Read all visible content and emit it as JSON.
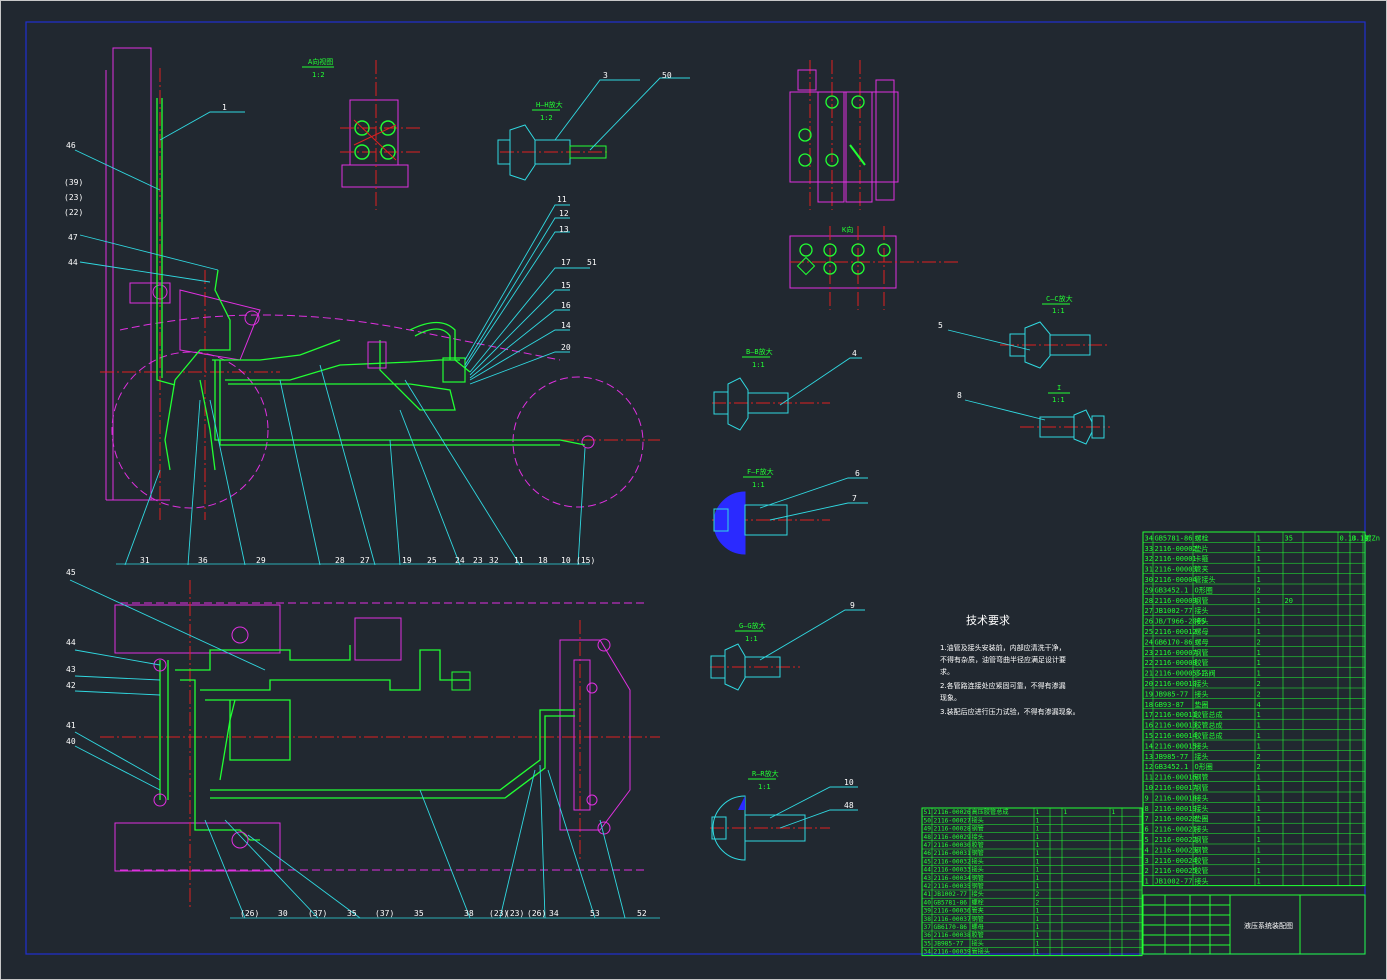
{
  "colors": {
    "background": "#212830",
    "frame": "#1f2fd0",
    "pipe": "#22ff33",
    "body": "#e030e0",
    "centerline": "#e02020",
    "leader": "#30d8e0",
    "text": "#ffffff",
    "table": "#22ff33",
    "fill": "#2a2aff"
  },
  "tech_requirements": {
    "title": "技术要求",
    "items": [
      "1.油管及接头安装前，内部应清洗干净，",
      "  不得有杂质，油管弯曲半径应满足设计要",
      "  求。",
      "2.各管路连接处应紧固可靠，不得有渗漏",
      "  现象。",
      "3.装配后应进行压力试验，不得有渗漏现象。"
    ]
  },
  "section_views": [
    {
      "id": "A",
      "title": "A向视图",
      "scale": "1:2"
    },
    {
      "id": "H",
      "title": "H—H放大",
      "scale": "1:2"
    },
    {
      "id": "K",
      "title": "K向",
      "scale": ""
    },
    {
      "id": "B",
      "title": "B—B放大",
      "scale": "1:1"
    },
    {
      "id": "C",
      "title": "C—C放大",
      "scale": "1:1"
    },
    {
      "id": "F",
      "title": "F—F放大",
      "scale": "1:1"
    },
    {
      "id": "G",
      "title": "G—G放大",
      "scale": "1:1"
    },
    {
      "id": "I",
      "title": "I",
      "scale": "1:1"
    },
    {
      "id": "R",
      "title": "R—R放大",
      "scale": "1:1"
    }
  ],
  "side_labels": [
    "(39)",
    "(23)",
    "(22)"
  ],
  "callouts_top": [
    "1",
    "3",
    "50",
    "46",
    "47",
    "44",
    "11",
    "12",
    "13",
    "17",
    "51",
    "15",
    "16",
    "14",
    "20"
  ],
  "callouts_bottom_row1": [
    "31",
    "36",
    "29",
    "28",
    "27",
    "19",
    "25",
    "24",
    "23",
    "32",
    "11",
    "18",
    "10",
    "(15)"
  ],
  "callouts_left2": [
    "45",
    "44",
    "43",
    "42",
    "41",
    "40"
  ],
  "callouts_bottom_row2": [
    "(26)",
    "30",
    "(37)",
    "35",
    "(37)",
    "35",
    "38",
    "(23)",
    "(23)",
    "(26)",
    "34",
    "53",
    "52"
  ],
  "callouts_right": [
    "4",
    "5",
    "8",
    "6",
    "7",
    "9",
    "10",
    "48"
  ],
  "title_block": {
    "title": "液压系统装配图"
  },
  "parts_table_right": [
    [
      "34",
      "GB5781-86",
      "螺栓",
      "1",
      "35",
      "",
      "0.13",
      "0.13",
      "镀Zn"
    ],
    [
      "33",
      "2116-00002",
      "垫片",
      "1",
      "",
      "",
      "",
      "",
      ""
    ],
    [
      "32",
      "2116-00001",
      "卡箍",
      "1",
      "",
      "",
      "",
      "",
      ""
    ],
    [
      "31",
      "2116-00003",
      "管夹",
      "1",
      "",
      "",
      "",
      "",
      ""
    ],
    [
      "30",
      "2116-00004",
      "管接头",
      "1",
      "",
      "",
      "",
      "",
      ""
    ],
    [
      "29",
      "GB3452.1",
      "O形圈",
      "2",
      "",
      "",
      "",
      "",
      ""
    ],
    [
      "28",
      "2116-00009",
      "钢管",
      "1",
      "20",
      "",
      "",
      "",
      ""
    ],
    [
      "27",
      "JB1002-77",
      "接头",
      "1",
      "",
      "",
      "",
      "",
      ""
    ],
    [
      "26",
      "JB/T966-2005",
      "接头",
      "1",
      "",
      "",
      "",
      "",
      ""
    ],
    [
      "25",
      "2116-00012",
      "螺母",
      "1",
      "",
      "",
      "",
      "",
      ""
    ],
    [
      "24",
      "GB6170-86",
      "螺母",
      "2",
      "",
      "",
      "",
      "",
      ""
    ],
    [
      "23",
      "2116-00007",
      "钢管",
      "1",
      "",
      "",
      "",
      "",
      ""
    ],
    [
      "22",
      "2116-00008",
      "胶管",
      "1",
      "",
      "",
      "",
      "",
      ""
    ],
    [
      "21",
      "2116-00005",
      "多路阀",
      "1",
      "",
      "",
      "",
      "",
      ""
    ],
    [
      "20",
      "2116-00010",
      "接头",
      "2",
      "",
      "",
      "",
      "",
      ""
    ],
    [
      "19",
      "JB985-77",
      "接头",
      "2",
      "",
      "",
      "",
      "",
      ""
    ],
    [
      "18",
      "GB93-87",
      "垫圈",
      "4",
      "",
      "",
      "",
      "",
      ""
    ],
    [
      "17",
      "2116-00011",
      "胶管总成",
      "1",
      "",
      "",
      "",
      "",
      ""
    ],
    [
      "16",
      "2116-00013",
      "胶管总成",
      "1",
      "",
      "",
      "",
      "",
      ""
    ],
    [
      "15",
      "2116-00014",
      "胶管总成",
      "1",
      "",
      "",
      "",
      "",
      ""
    ],
    [
      "14",
      "2116-00015",
      "接头",
      "1",
      "",
      "",
      "",
      "",
      ""
    ],
    [
      "13",
      "JB985-77",
      "接头",
      "2",
      "",
      "",
      "",
      "",
      ""
    ],
    [
      "12",
      "GB3452.1",
      "O形圈",
      "2",
      "",
      "",
      "",
      "",
      ""
    ],
    [
      "11",
      "2116-00016",
      "钢管",
      "1",
      "",
      "",
      "",
      "",
      ""
    ],
    [
      "10",
      "2116-00017",
      "钢管",
      "1",
      "",
      "",
      "",
      "",
      ""
    ],
    [
      "9",
      "2116-00018",
      "接头",
      "1",
      "",
      "",
      "",
      "",
      ""
    ],
    [
      "8",
      "2116-00019",
      "接头",
      "1",
      "",
      "",
      "",
      "",
      ""
    ],
    [
      "7",
      "2116-00020",
      "垫圈",
      "1",
      "",
      "",
      "",
      "",
      ""
    ],
    [
      "6",
      "2116-00021",
      "接头",
      "1",
      "",
      "",
      "",
      "",
      ""
    ],
    [
      "5",
      "2116-00022",
      "钢管",
      "1",
      "",
      "",
      "",
      "",
      ""
    ],
    [
      "4",
      "2116-00023",
      "钢管",
      "1",
      "",
      "",
      "",
      "",
      ""
    ],
    [
      "3",
      "2116-00024",
      "胶管",
      "1",
      "",
      "",
      "",
      "",
      ""
    ],
    [
      "2",
      "2116-00025",
      "胶管",
      "1",
      "",
      "",
      "",
      "",
      ""
    ],
    [
      "1",
      "JB1002-77",
      "接头",
      "1",
      "",
      "",
      "",
      "",
      ""
    ]
  ],
  "parts_table_left": [
    [
      "51",
      "2116-00026",
      "高压胶管总成",
      "1",
      "",
      "1",
      "1",
      ""
    ],
    [
      "50",
      "2116-00027",
      "接头",
      "1",
      "",
      "",
      "",
      ""
    ],
    [
      "49",
      "2116-00028",
      "钢管",
      "1",
      "",
      "",
      "",
      ""
    ],
    [
      "48",
      "2116-00029",
      "接头",
      "1",
      "",
      "",
      "",
      ""
    ],
    [
      "47",
      "2116-00030",
      "胶管",
      "1",
      "",
      "",
      "",
      ""
    ],
    [
      "46",
      "2116-00031",
      "钢管",
      "1",
      "",
      "",
      "",
      ""
    ],
    [
      "45",
      "2116-00032",
      "接头",
      "1",
      "",
      "",
      "",
      ""
    ],
    [
      "44",
      "2116-00033",
      "接头",
      "1",
      "",
      "",
      "",
      ""
    ],
    [
      "43",
      "2116-00034",
      "钢管",
      "1",
      "",
      "",
      "",
      ""
    ],
    [
      "42",
      "2116-00035",
      "钢管",
      "1",
      "",
      "",
      "",
      ""
    ],
    [
      "41",
      "JB1002-77",
      "接头",
      "2",
      "",
      "",
      "",
      ""
    ],
    [
      "40",
      "GB5781-86",
      "螺栓",
      "2",
      "",
      "",
      "",
      ""
    ],
    [
      "39",
      "2116-00036",
      "管夹",
      "1",
      "",
      "",
      "",
      ""
    ],
    [
      "38",
      "2116-00037",
      "钢管",
      "1",
      "",
      "",
      "",
      ""
    ],
    [
      "37",
      "GB6170-86",
      "螺母",
      "1",
      "",
      "",
      "",
      ""
    ],
    [
      "36",
      "2116-00038",
      "胶管",
      "1",
      "",
      "",
      "",
      ""
    ],
    [
      "35",
      "JB985-77",
      "接头",
      "1",
      "",
      "",
      "",
      ""
    ],
    [
      "34",
      "2116-00039",
      "管接头",
      "1",
      "",
      "",
      "",
      ""
    ]
  ]
}
